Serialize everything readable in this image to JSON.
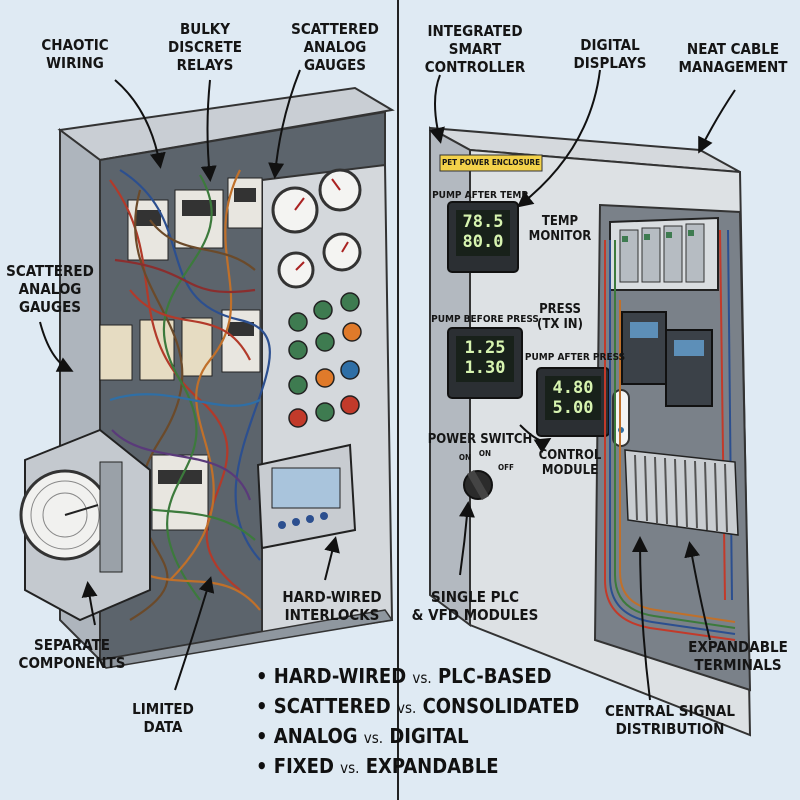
{
  "left_labels": {
    "chaotic_wiring": "CHAOTIC\nWIRING",
    "bulky_relays": "BULKY\nDISCRETE\nRELAYS",
    "scattered_gauges_top": "SCATTERED\nANALOG\nGAUGES",
    "scattered_gauges_left": "SCATTERED\nANALOG\nGAUGES",
    "separate_components": "SEPARATE\nCOMPONENTS",
    "limited_data": "LIMITED\nDATA",
    "hard_wired_interlocks": "HARD-WIRED\nINTERLOCKS"
  },
  "right_labels": {
    "integrated_controller": "INTEGRATED\nSMART\nCONTROLLER",
    "digital_displays": "DIGITAL\nDISPLAYS",
    "neat_cable": "NEAT CABLE\nMANAGEMENT",
    "temp_monitor": "TEMP\nMONITOR",
    "press": "PRESS\n(TX IN)",
    "power_switch": "POWER SWITCH",
    "control_module": "CONTROL\nMODULE",
    "single_plc": "SINGLE PLC\n& VFD MODULES",
    "expandable_terminals": "EXPANDABLE\nTERMINALS",
    "central_signal": "CENTRAL SIGNAL\nDISTRIBUTION"
  },
  "panel": {
    "enclosure_tag": "PET POWER ENCLOSURE",
    "pump_after_temp": "PUMP AFTER TEMP",
    "pump_before_press": "PUMP BEFORE PRESS",
    "pump_after_press": "PUMP AFTER PRESS",
    "switch_on1": "ON",
    "switch_on2": "ON",
    "switch_off": "OFF",
    "display1_line1": "78.5",
    "display1_line2": "80.0",
    "display2_line1": "1.25",
    "display2_line2": "1.30",
    "display3_line1": "4.80",
    "display3_line2": "5.00"
  },
  "bullets": [
    {
      "a": "HARD-WIRED",
      "vs": "vs.",
      "b": "PLC-BASED"
    },
    {
      "a": "SCATTERED",
      "vs": "vs.",
      "b": "CONSOLIDATED"
    },
    {
      "a": "ANALOG",
      "vs": "vs.",
      "b": "DIGITAL"
    },
    {
      "a": "FIXED",
      "vs": "vs.",
      "b": "EXPANDABLE"
    }
  ],
  "bullet_glyph": "•"
}
